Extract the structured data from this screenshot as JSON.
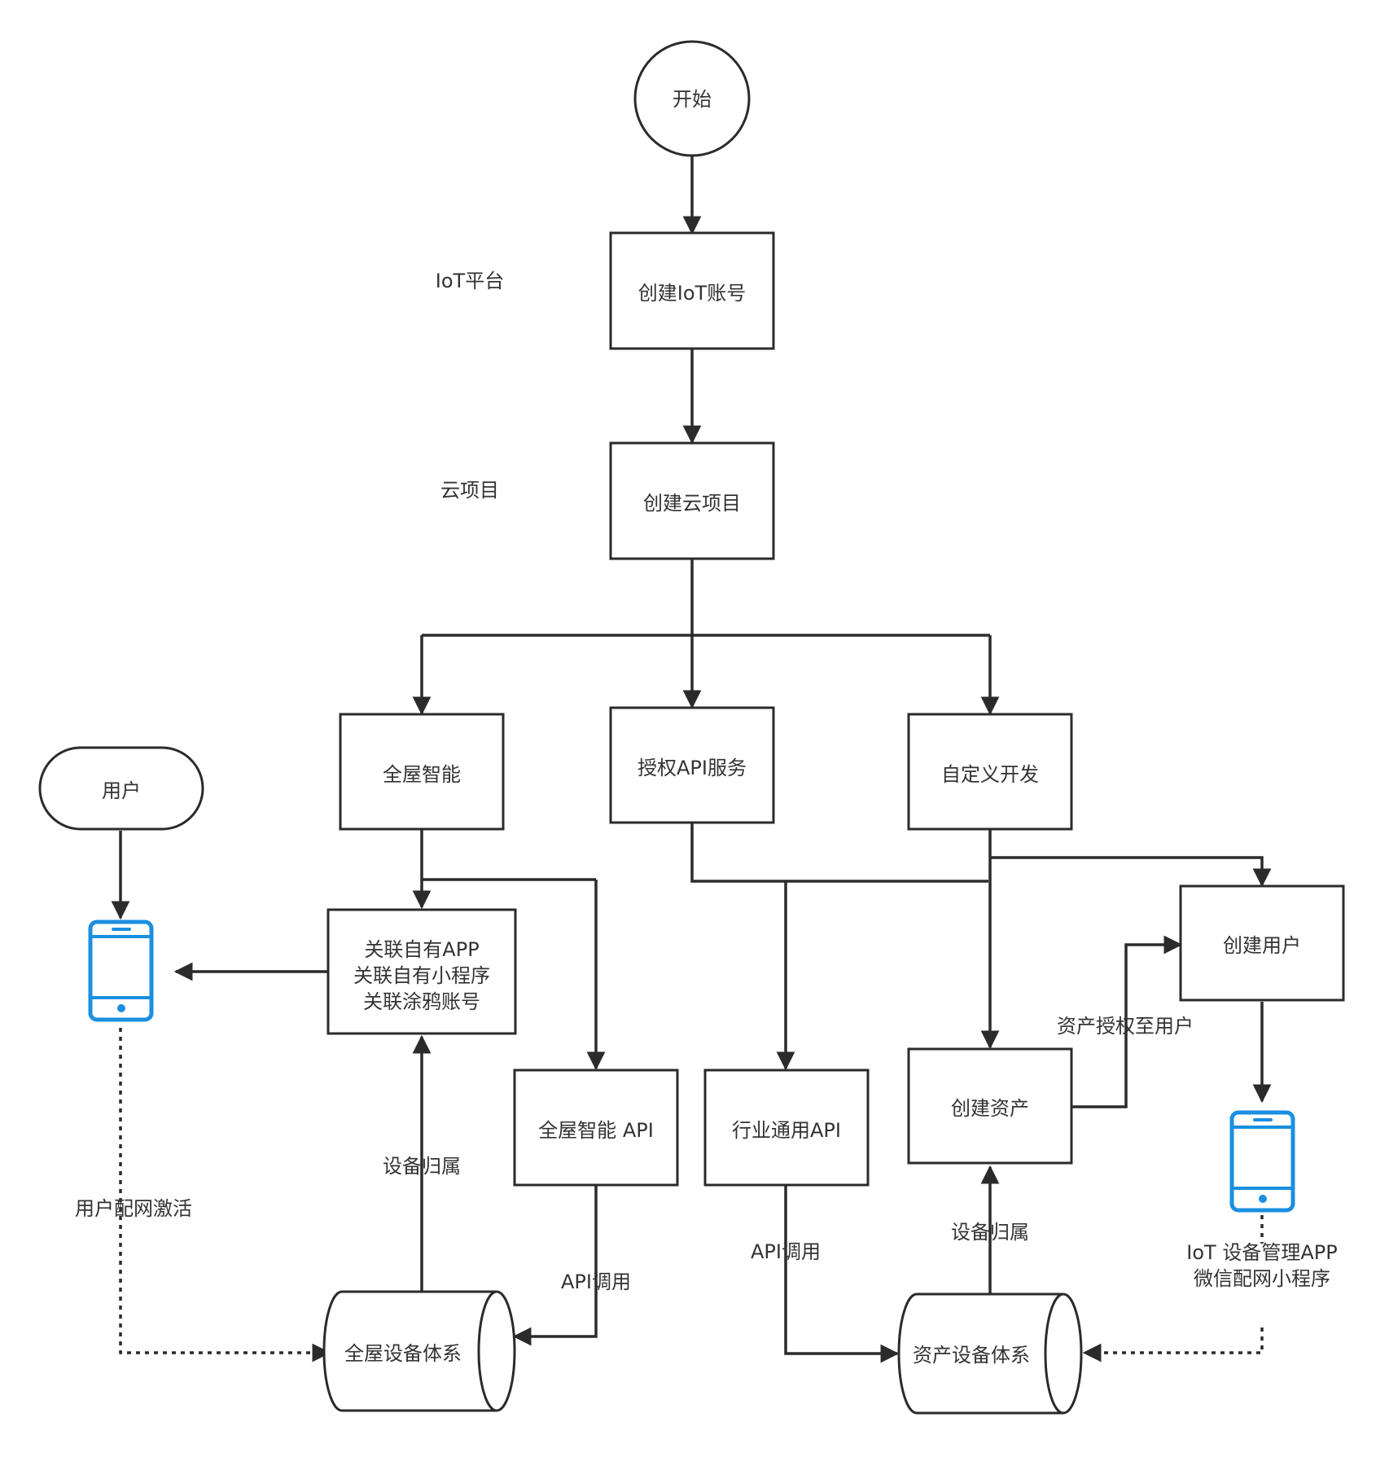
{
  "nodes": {
    "start": "开始",
    "create_iot_account": "创建IoT账号",
    "create_cloud_project": "创建云项目",
    "whole_house": "全屋智能",
    "auth_api": "授权API服务",
    "custom_dev": "自定义开发",
    "user": "用户",
    "link_apps": [
      "关联自有APP",
      "关联自有小程序",
      "关联涂鸦账号"
    ],
    "create_user": "创建用户",
    "whole_house_api": "全屋智能 API",
    "industry_api": "行业通用API",
    "create_asset": "创建资产",
    "whole_house_devices": "全屋设备体系",
    "asset_devices": "资产设备体系"
  },
  "labels": {
    "iot_platform": "IoT平台",
    "cloud_project": "云项目",
    "asset_to_user": "资产授权至用户",
    "device_owner_left": "设备归属",
    "device_owner_right": "设备归属",
    "user_activate": "用户配网激活",
    "api_call_left": "API调用",
    "api_call_right": "API调用",
    "iot_app": [
      "IoT 设备管理APP",
      "微信配网小程序"
    ]
  },
  "icons": {
    "phone_left": "smartphone-icon",
    "phone_right": "smartphone-icon"
  },
  "colors": {
    "phone": "#1b8fe0",
    "stroke": "#2b2b2b",
    "text": "#333333"
  }
}
